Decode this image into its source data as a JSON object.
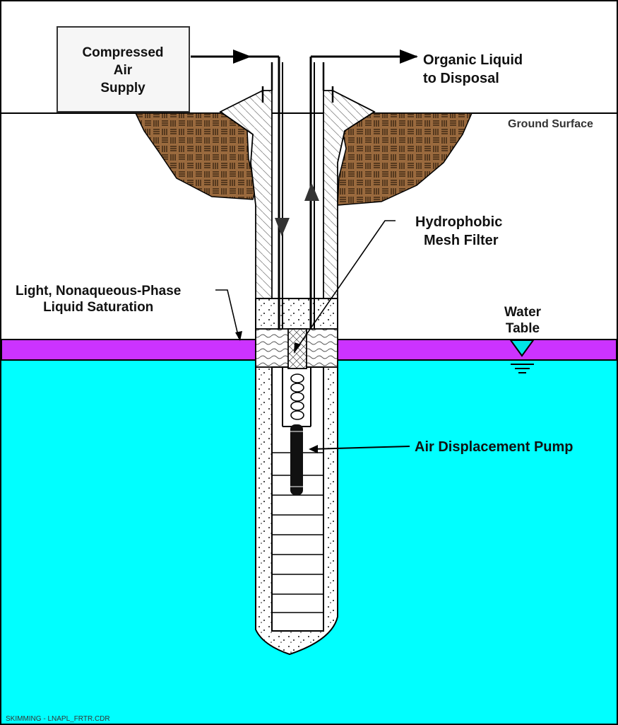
{
  "labels": {
    "air_supply": [
      "Compressed",
      "Air",
      "Supply"
    ],
    "organic": [
      "Organic Liquid",
      "to Disposal"
    ],
    "ground_surface": "Ground Surface",
    "mesh_filter": [
      "Hydrophobic",
      "Mesh Filter"
    ],
    "lnapl": [
      "Light, Nonaqueous-Phase",
      "Liquid Saturation"
    ],
    "water_table": [
      "Water",
      "Table"
    ],
    "pump": "Air Displacement Pump",
    "footer": "SKIMMING - LNAPL_FRTR.CDR"
  },
  "colors": {
    "water": "#00ffff",
    "lnapl_layer": "#cc33ff",
    "soil": "#9a6a3e",
    "outline": "#000000"
  },
  "icons": {
    "water_table_symbol": "inverted-triangle"
  }
}
